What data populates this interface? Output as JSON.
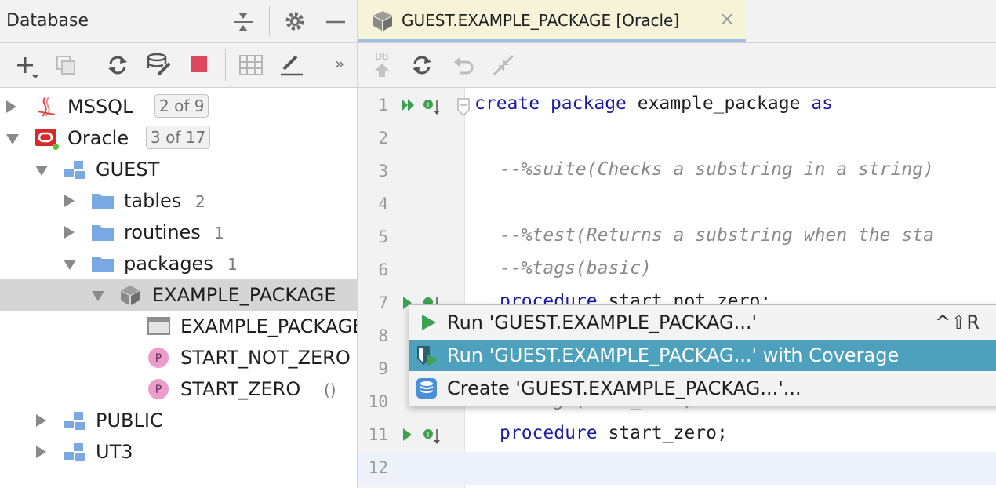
{
  "left_panel": {
    "title": "Database",
    "tree": [
      {
        "label": "MSSQL",
        "badge": "2 of 9"
      },
      {
        "label": "Oracle",
        "badge": "3 of 17"
      },
      {
        "label": "GUEST"
      },
      {
        "label": "tables",
        "count": "2"
      },
      {
        "label": "routines",
        "count": "1"
      },
      {
        "label": "packages",
        "count": "1"
      },
      {
        "label": "EXAMPLE_PACKAGE"
      },
      {
        "label": "EXAMPLE_PACKAGE"
      },
      {
        "label": "START_NOT_ZERO"
      },
      {
        "label": "START_ZERO",
        "suffix": "()"
      },
      {
        "label": "PUBLIC"
      },
      {
        "label": "UT3"
      }
    ],
    "toolbar_overflow": "»"
  },
  "editor": {
    "tab_title": "GUEST.EXAMPLE_PACKAGE [Oracle]",
    "tab_close": "×",
    "toolbar_db_label": "DB",
    "line_numbers": [
      "1",
      "2",
      "3",
      "4",
      "5",
      "6",
      "7",
      "8",
      "9",
      "10",
      "11",
      "12"
    ],
    "lines": {
      "l1_kw1": "create",
      "l1_kw2": "package",
      "l1_name": " example_package ",
      "l1_kw3": "as",
      "l3": "--%suite(Checks a substring in a string)",
      "l5": "--%test(Returns a substring when the sta",
      "l6": "--%tags(basic)",
      "l7_kw": "procedure",
      "l7_rest": " start_not_zero;",
      "l10": "--%tags(with_zero)",
      "l11_kw": "procedure",
      "l11_rest": " start_zero;"
    }
  },
  "popup": {
    "items": [
      {
        "label": "Run 'GUEST.EXAMPLE_PACKAG...'",
        "shortcut": "^⇧R"
      },
      {
        "label": "Run 'GUEST.EXAMPLE_PACKAG...' with Coverage"
      },
      {
        "label": "Create 'GUEST.EXAMPLE_PACKAG...'..."
      }
    ]
  },
  "colors": {
    "accent_selection": "#4ea1bd",
    "tab_background": "#f6f3d8",
    "tab_underline": "#9fbfe5",
    "keyword": "#1a1aa6",
    "run_green": "#3ea150",
    "stop_red": "#e0475e",
    "folder_blue": "#79a8e3"
  }
}
